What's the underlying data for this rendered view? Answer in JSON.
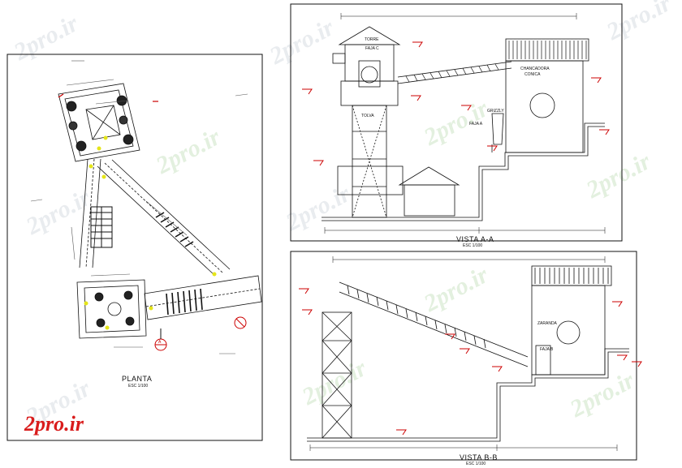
{
  "titles": {
    "planta": "PLANTA",
    "planta_scale": "ESC 1/100",
    "vista_aa": "VISTA A-A",
    "vista_aa_scale": "ESC 1/100",
    "vista_bb": "VISTA B-B",
    "vista_bb_scale": "ESC 1/100"
  },
  "watermark": "2pro.ir",
  "logo": "2pro.ir",
  "labels": {
    "torre": "TORRE",
    "faja_c": "FAJA C",
    "faja_a": "FAJA A",
    "faja_b": "FAJA B",
    "chancadora": "CHANCADORA",
    "conica": "CONICA",
    "zaranda": "ZARANDA",
    "tolva": "TOLVA",
    "grizzly": "GRIZZLY"
  },
  "colors": {
    "line": "#111111",
    "section": "#cc0000",
    "highlight": "#e5e51a",
    "watermark_gray": "#e9ecef",
    "watermark_green": "#e3f0df",
    "logo": "#d91c1c"
  }
}
